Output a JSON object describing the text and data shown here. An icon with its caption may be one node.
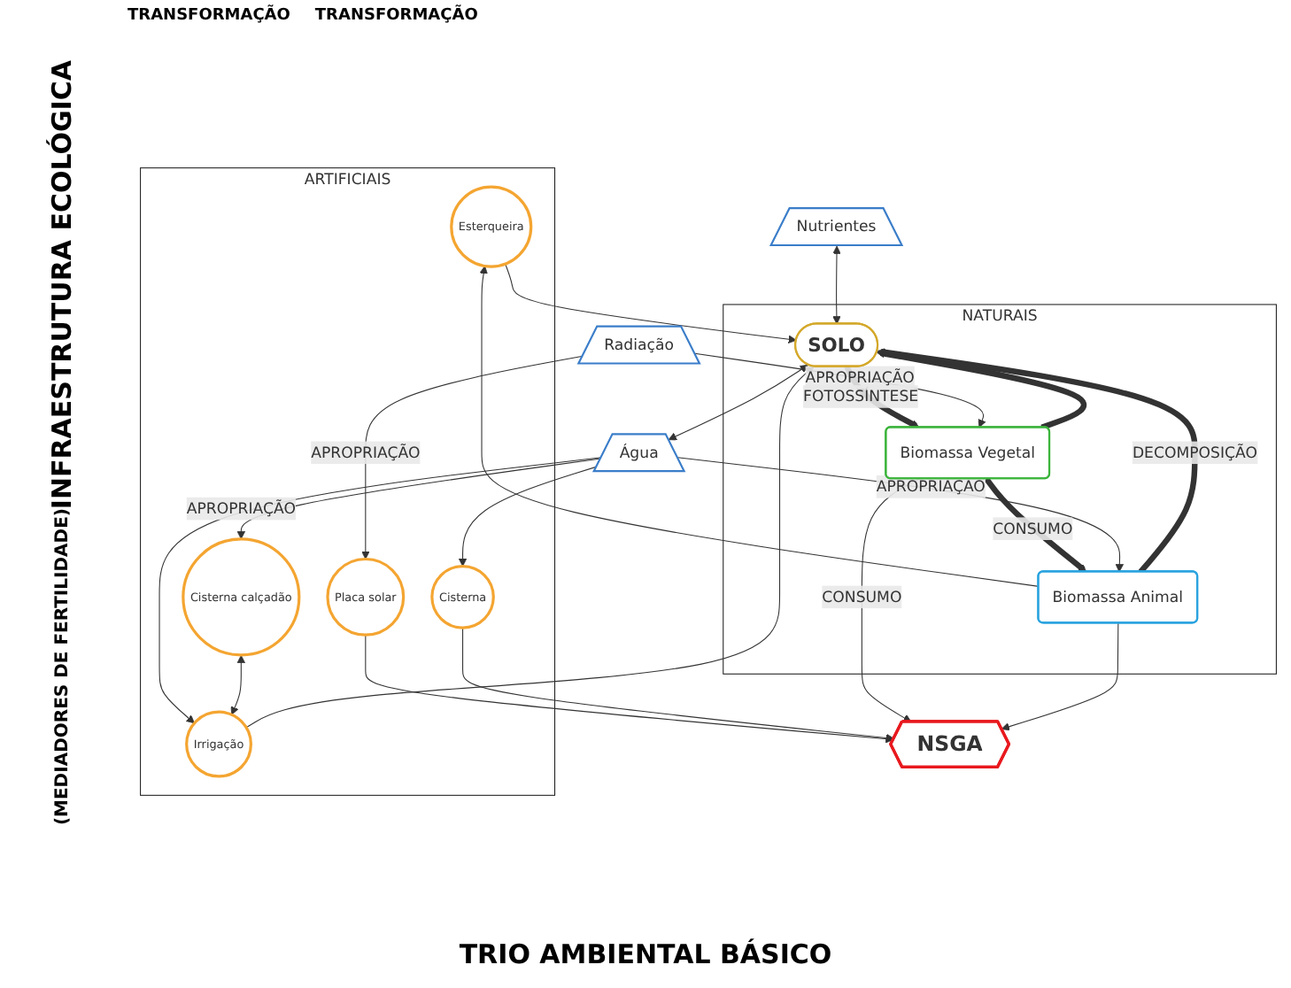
{
  "diagram": {
    "nodes": [
      {
        "text": [
          "ARTIFICIAIS"
        ]
      },
      {
        "text": [
          "Placa solar"
        ],
        "in": 0
      },
      {
        "text": [
          "Esterqueira"
        ],
        "in": 0
      },
      {
        "text": [
          "Cisterna calçadão"
        ],
        "in": 0
      },
      {
        "text": [
          "Cisterna"
        ],
        "in": 0
      },
      {
        "text": [
          "Irrigação"
        ],
        "in": 0
      },
      {
        "text": [
          "NSGA"
        ]
      },
      {
        "text": [
          "NATURAIS"
        ]
      },
      {
        "text": [
          "Biomassa Vegetal"
        ],
        "in": 7
      },
      {
        "text": [
          "Biomassa Animal"
        ],
        "in": 7
      },
      {
        "text": [
          "SOLO"
        ],
        "in": 7
      },
      {
        "text": [
          "Radiação"
        ]
      },
      {
        "text": [
          "Nutrientes"
        ]
      },
      {
        "text": [
          "Água"
        ]
      }
    ],
    "edges": [
      {
        "from": 11,
        "to": 1,
        "arrow": "to",
        "label": "APROPRIAÇÃO"
      },
      {
        "from": 1,
        "to": 6,
        "arrow": "to"
      },
      {
        "from": 4,
        "to": 6,
        "arrow": "to"
      },
      {
        "from": 13,
        "to": 3,
        "arrow": "to",
        "label": "APROPRIAÇÃO"
      },
      {
        "from": 13,
        "to": 4,
        "arrow": "to"
      },
      {
        "from": 13,
        "to": 5,
        "arrow": "to"
      },
      {
        "from": 3,
        "to": 5,
        "arrow": "both"
      },
      {
        "from": 9,
        "to": 2,
        "arrow": "to"
      },
      {
        "from": 2,
        "to": 10,
        "arrow": "to"
      },
      {
        "from": 5,
        "to": 10,
        "arrow": "to"
      },
      {
        "from": 8,
        "to": 6,
        "arrow": "to",
        "label": "CONSUMO"
      },
      {
        "from": 9,
        "to": 6,
        "arrow": "to"
      },
      {
        "from": 8,
        "to": 9,
        "arrow": "to",
        "label": "CONSUMO",
        "style": "thick"
      },
      {
        "from": 10,
        "to": 8,
        "arrow": "to",
        "label": "FOTOSSÍNTESE",
        "style": "thick"
      },
      {
        "from": 8,
        "to": 10,
        "arrow": "to",
        "style": "thick"
      },
      {
        "from": 9,
        "to": 10,
        "arrow": "to",
        "label": "DECOMPOSIÇÃO",
        "style": "thick"
      },
      {
        "from": 11,
        "to": 8,
        "arrow": "to",
        "label": "APROPRIAÇÃO"
      },
      {
        "from": 13,
        "to": 9,
        "arrow": "to",
        "label": "APROPRIAÇÃO"
      },
      {
        "from": 12,
        "to": 10,
        "arrow": "both"
      },
      {
        "from": 10,
        "to": 13,
        "arrow": "both"
      }
    ],
    "labels": [
      "INFRAESTRUTURA ECOLÓGICA",
      "(MEDIADORES DE FERTILIDADE)",
      "TRANSFORMAÇÃO",
      "TRANSFORMAÇÃO",
      "TRIO AMBIENTAL BÁSICO"
    ]
  }
}
